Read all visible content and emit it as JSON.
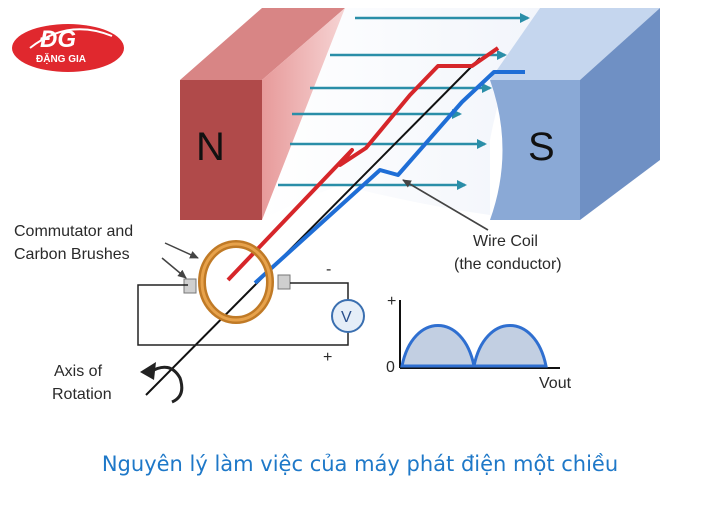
{
  "logo": {
    "mark": "ĐG",
    "brand": "ĐẶNG GIA",
    "color": "#e0282e"
  },
  "magnet": {
    "north_label": "N",
    "south_label": "S",
    "north_color": "#b04a4a",
    "south_color": "#8aa9d6"
  },
  "labels": {
    "commutator_line1": "Commutator and",
    "commutator_line2": "Carbon Brushes",
    "coil_line1": "Wire Coil",
    "coil_line2": "(the conductor)",
    "axis_line1": "Axis of",
    "axis_line2": "Rotation",
    "voltmeter": "V",
    "circuit_minus": "-",
    "circuit_plus": "+"
  },
  "graph": {
    "plus": "+",
    "zero": "0",
    "xlabel": "Vout",
    "humps": 2
  },
  "caption": "Nguyên lý làm việc của máy phát điện một chiều"
}
